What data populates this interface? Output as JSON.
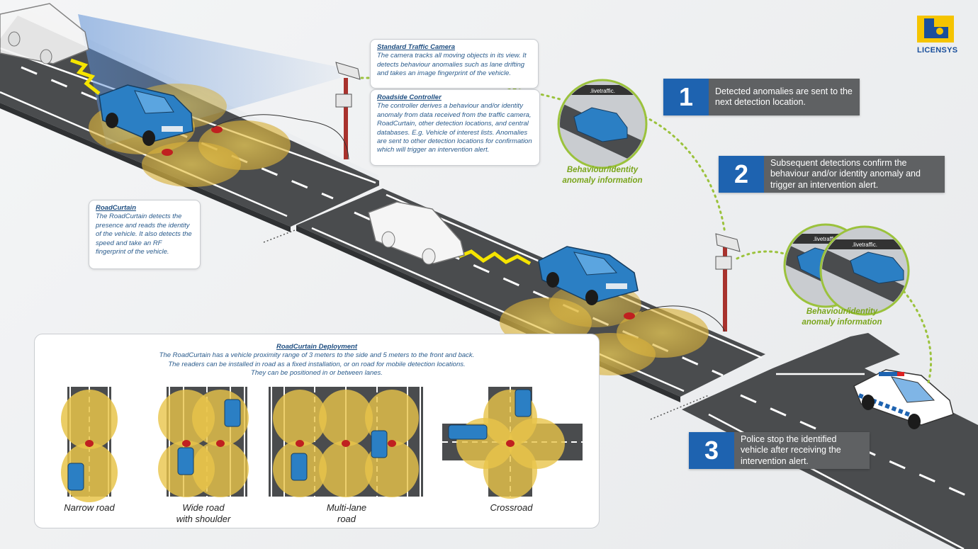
{
  "logo": {
    "text": "LICENSYS",
    "colors": {
      "yellow": "#f5c400",
      "blue": "#1a4f9c"
    }
  },
  "camera_callout": {
    "title": "Standard Traffic Camera",
    "body": "The camera tracks all moving objects in its view. It detects behaviour anomalies such as lane drifting and takes an image fingerprint of the vehicle."
  },
  "controller_callout": {
    "title": "Roadside Controller",
    "body": "The controller derives a behaviour and/or identity anomaly from data received from the traffic camera, RoadCurtain, other detection locations, and central databases. E.g. Vehicle of interest lists. Anomalies are sent to other detection locations for confirmation which will trigger an intervention alert."
  },
  "roadcurtain_callout": {
    "title": "RoadCurtain",
    "body": "The RoadCurtain detects the presence and reads the identity of the vehicle. It also detects the speed and take an RF fingerprint of the vehicle."
  },
  "steps": [
    {
      "number": "1",
      "text": "Detected anomalies are sent to the next detection location."
    },
    {
      "number": "2",
      "text": "Subsequent detections confirm the behaviour and/or identity anomaly and trigger an intervention alert."
    },
    {
      "number": "3",
      "text": "Police stop the identified vehicle after receiving the intervention alert."
    }
  ],
  "anomaly_label_1": {
    "line1": "Behaviour/identity",
    "line2": "anomaly information"
  },
  "anomaly_label_2": {
    "line1": "Behaviour/identity",
    "line2": "anomaly information"
  },
  "thumb_label": ".livetraffic.",
  "deployment": {
    "title": "RoadCurtain Deployment",
    "line1": "The RoadCurtain has a vehicle proximity range of 3 meters to the side and 5 meters to the front and back.",
    "line2": "The readers can be installed in road as a fixed installation, or on road for mobile detection locations.",
    "line3": "They can be positioned in or between lanes.",
    "captions": [
      {
        "line1": "Narrow road",
        "line2": ""
      },
      {
        "line1": "Wide road",
        "line2": "with shoulder"
      },
      {
        "line1": "Multi-lane",
        "line2": "road"
      },
      {
        "line1": "Crossroad",
        "line2": ""
      }
    ]
  },
  "colors": {
    "road": "#4a4c4e",
    "zone": "#e8c44a",
    "car": "#2b7fc4",
    "accent_green": "#9bc23c",
    "step_blue": "#1e63b0",
    "step_gray": "#5f6163",
    "pole": "#a8322d"
  }
}
